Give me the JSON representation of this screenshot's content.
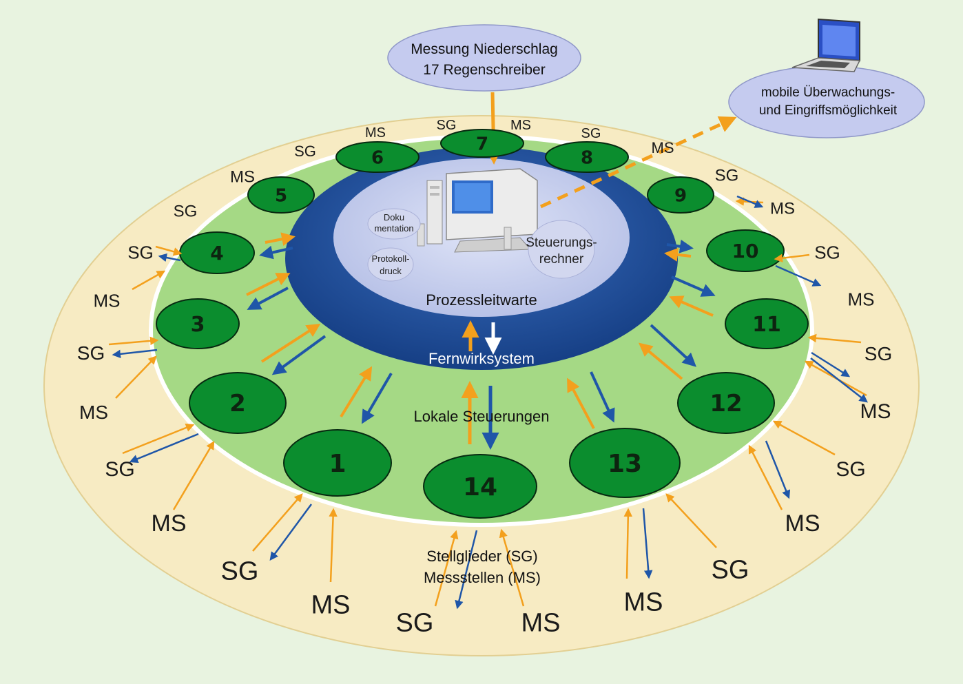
{
  "top_node": {
    "line1": "Messung Niederschlag",
    "line2": "17 Regenschreiber"
  },
  "mobile_node": {
    "line1": "mobile Überwachungs-",
    "line2": "und Eingriffsmöglichkeit",
    "icon": "laptop-icon"
  },
  "center": {
    "title": "Prozessleitwarte",
    "computer_icon": "computer-icon",
    "doc_line1": "Doku",
    "doc_line2": "mentation",
    "print_line1": "Protokoll-",
    "print_line2": "druck",
    "ctrl_line1": "Steuerungs-",
    "ctrl_line2": "rechner"
  },
  "ring_label": "Fernwirksystem",
  "local_label": "Lokale Steuerungen",
  "legend": {
    "line1": "Stellglieder  (SG)",
    "line2": "Messstellen  (MS)"
  },
  "controllers": [
    "1",
    "2",
    "3",
    "4",
    "5",
    "6",
    "7",
    "8",
    "9",
    "10",
    "11",
    "12",
    "13",
    "14"
  ],
  "peripherals": [
    "SG",
    "MS",
    "SG",
    "MS",
    "SG",
    "MS",
    "SG",
    "MS",
    "SG",
    "MS",
    "SG",
    "MS",
    "SG",
    "MS",
    "SG",
    "MS",
    "SG",
    "MS",
    "SG",
    "MS",
    "SG",
    "MS",
    "SG",
    "MS",
    "SG",
    "MS",
    "SG",
    "MS"
  ],
  "colors": {
    "background": "#e8f3e0",
    "outer_ring": "#f7ebc3",
    "green_ring": "#a5d985",
    "controller": "#0b8d2e",
    "blue_ring": "#1d4d98",
    "center": "#c7cfee",
    "arrow_up": "#f3a01d",
    "arrow_down": "#1f56a8"
  }
}
